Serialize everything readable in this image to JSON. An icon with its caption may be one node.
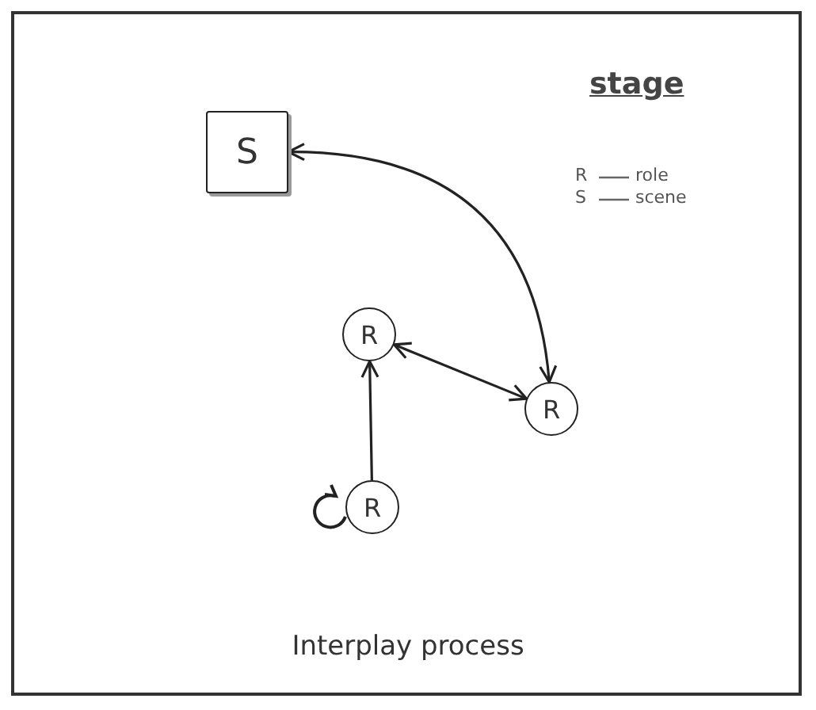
{
  "diagram": {
    "caption": "Interplay process",
    "nodes": [
      {
        "text": [
          "S"
        ]
      },
      {
        "text": [
          "R"
        ]
      },
      {
        "text": [
          "R"
        ]
      },
      {
        "text": [
          "R"
        ]
      }
    ],
    "edges": [
      {
        "from": 0,
        "to": 2,
        "arrow": "both"
      },
      {
        "from": 1,
        "to": 2,
        "arrow": "both"
      },
      {
        "from": 3,
        "to": 1,
        "arrow": "to"
      }
    ],
    "labels": [
      "stage",
      "R",
      "role",
      "S",
      "scene"
    ]
  }
}
